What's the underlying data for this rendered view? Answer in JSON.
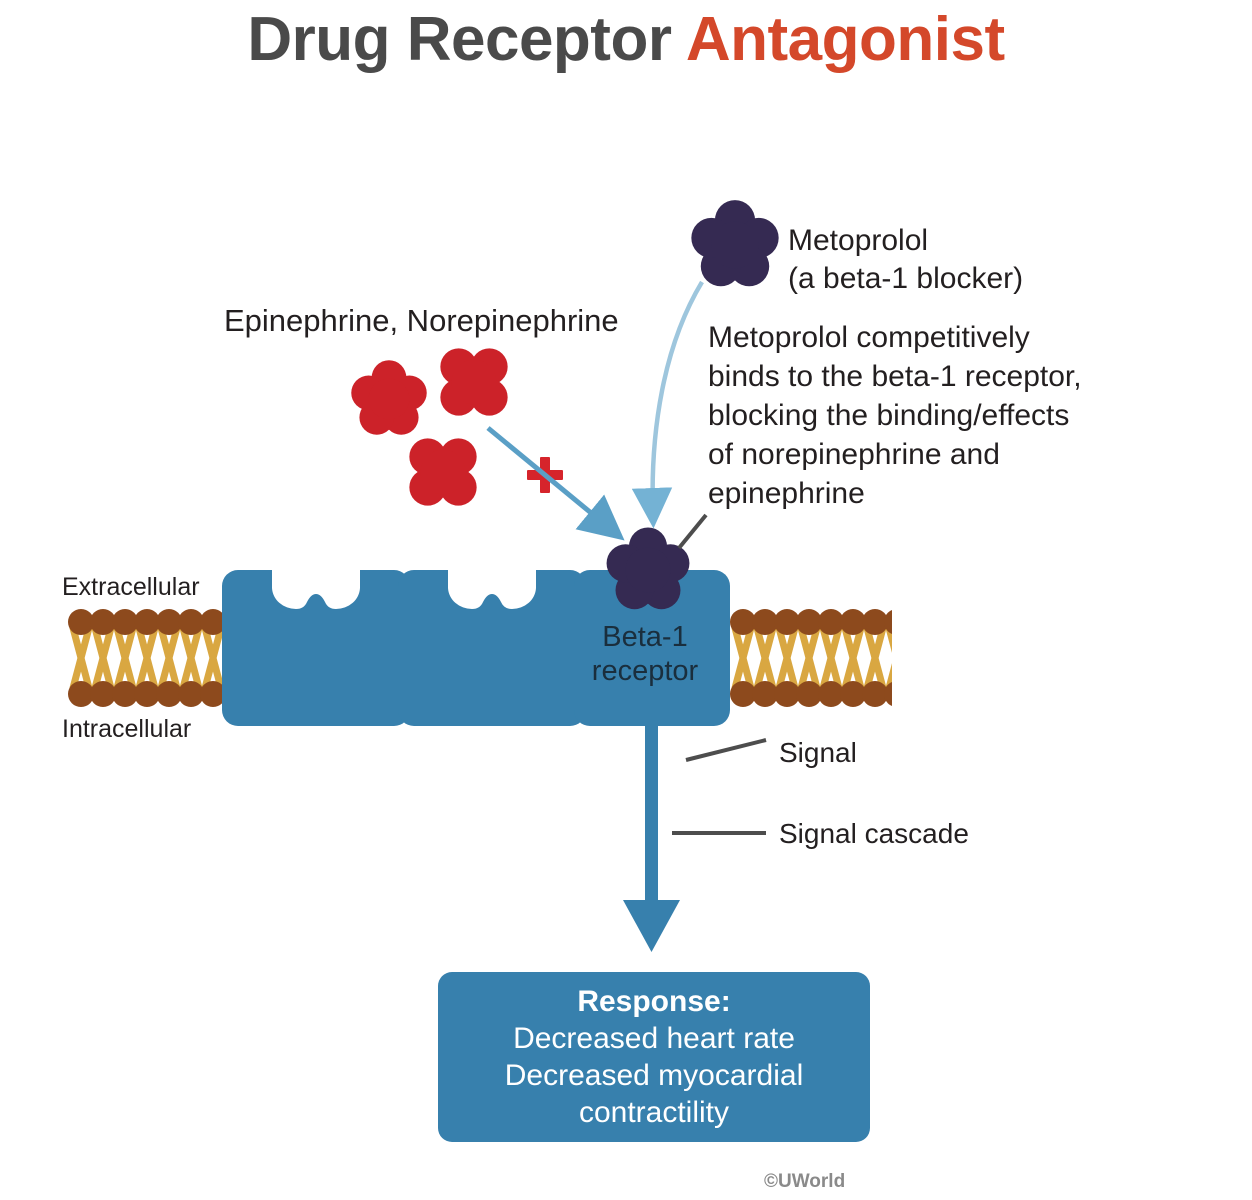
{
  "title": {
    "main": "Drug Receptor ",
    "accent": "Antagonist",
    "main_color": "#4a4a4a",
    "accent_color": "#d4482a"
  },
  "labels": {
    "epinephrine": "Epinephrine, Norepinephrine",
    "metoprolol_name": "Metoprolol",
    "metoprolol_sub": "(a beta-1 blocker)",
    "metoprolol_paragraph": "Metoprolol competitively\nbinds to the beta-1 receptor,\nblocking the binding/effects\nof norepinephrine and\nepinephrine",
    "extracellular": "Extracellular",
    "intracellular": "Intracellular",
    "beta_receptor": "Beta-1\nreceptor",
    "signal": "Signal",
    "signal_cascade": "Signal cascade",
    "plus_sign": "+",
    "watermark": "©UWorld"
  },
  "response": {
    "heading": "Response:",
    "line1": "Decreased heart rate",
    "line2": "Decreased myocardial",
    "line3": "contractility"
  },
  "colors": {
    "membrane_head": "#8d4a1d",
    "membrane_tail": "#d9a741",
    "receptor_blue": "#3780ad",
    "ligand_red": "#cc2229",
    "antagonist_purple": "#352a52",
    "arrow_light_blue": "#74b2d4",
    "leader_gray": "#4d4d4d",
    "background": "#ffffff"
  },
  "diagram": {
    "ligand_count": 3,
    "empty_receptor_count": 2,
    "bound_receptor_count": 1,
    "antagonist_instances": 2
  }
}
